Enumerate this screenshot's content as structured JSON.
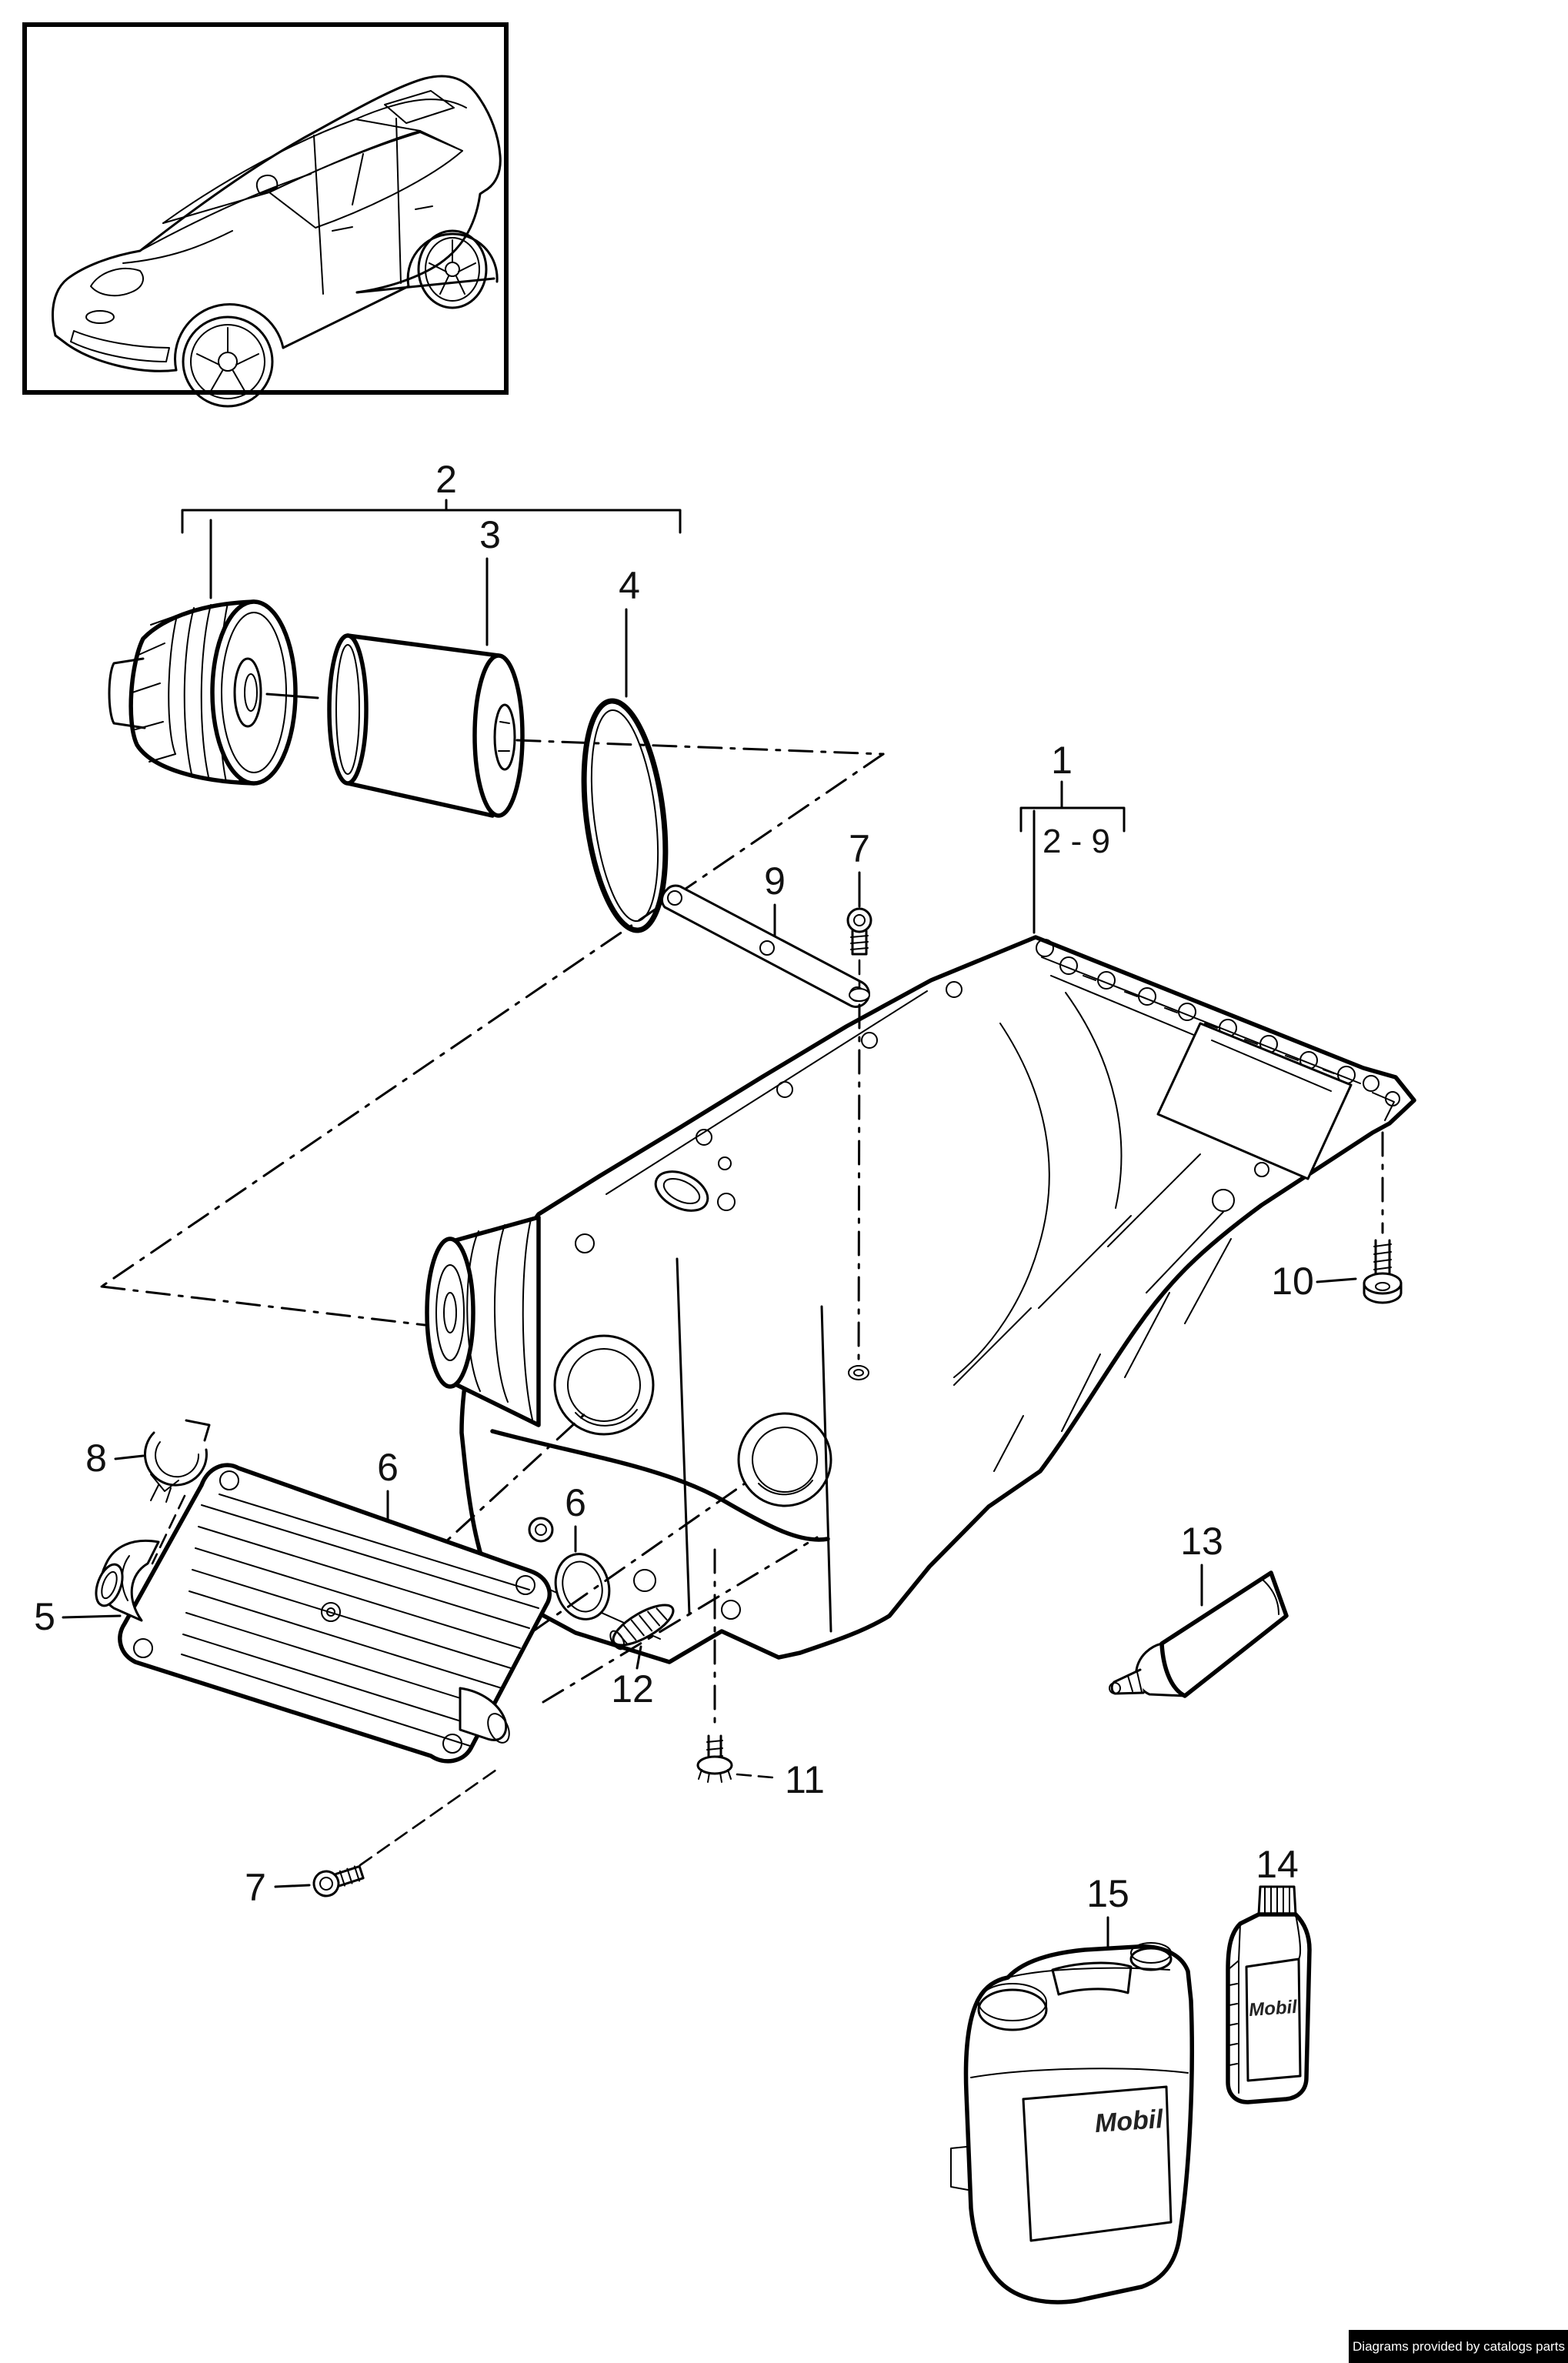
{
  "diagram": {
    "type": "exploded-parts-diagram",
    "subject": "engine oil pan, oil filter, oil cooler",
    "callouts": {
      "c1": "1",
      "c2": "2",
      "c3": "3",
      "c4": "4",
      "c5": "5",
      "c6": "6",
      "c7": "7",
      "c8": "8",
      "c9": "9",
      "c10": "10",
      "c11": "11",
      "c12": "12",
      "c13": "13",
      "c14": "14",
      "c15": "15",
      "group_range": "2 - 9"
    },
    "brand": {
      "oil_container_label": "Mobil"
    },
    "watermark": {
      "text": "Diagrams provided by catalogs parts",
      "bg": "#000000",
      "fg": "#ffffff"
    },
    "colors": {
      "ink": "#000000",
      "paper": "#ffffff"
    }
  }
}
